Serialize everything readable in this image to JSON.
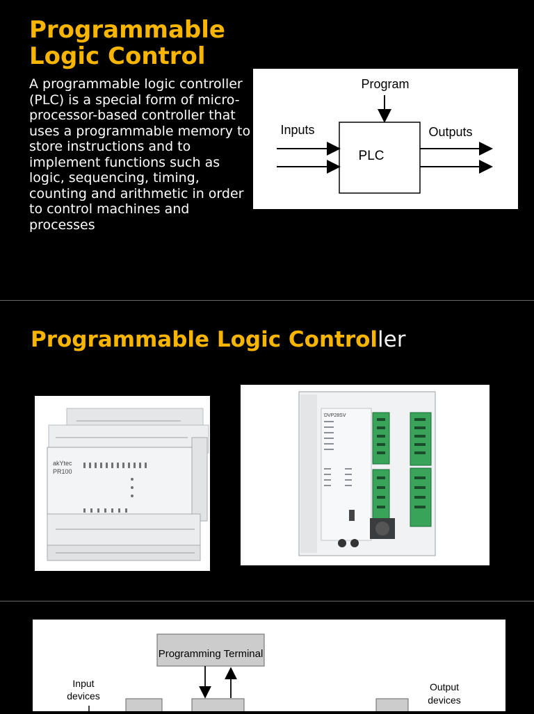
{
  "slide1": {
    "title_line1": "Programmable",
    "title_line2": "Logic Control",
    "body": "A programmable logic controller (PLC) is a special form of micro-processor-based controller that uses a programmable memory to store instructions and to implement functions such as logic, sequencing, timing, counting and arithmetic in order to control machines and processes",
    "diagram": {
      "program_label": "Program",
      "inputs_label": "Inputs",
      "outputs_label": "Outputs",
      "plc_label": "PLC"
    }
  },
  "slide2": {
    "title_part1": "Programmable Logic Control",
    "title_part2": "ler",
    "photo_a": {
      "brand": "akYtec",
      "model": "PR100"
    },
    "photo_b": {
      "model": "DVP28SV"
    }
  },
  "slide3": {
    "terminal_label": "Programming Terminal",
    "input_devices": "Input devices",
    "input_devices_line1": "Input",
    "input_devices_line2": "devices",
    "output_devices_line1": "Output",
    "output_devices_line2": "devices"
  },
  "colors": {
    "title_accent": "#f7b500",
    "background": "#000000",
    "text": "#ffffff"
  }
}
